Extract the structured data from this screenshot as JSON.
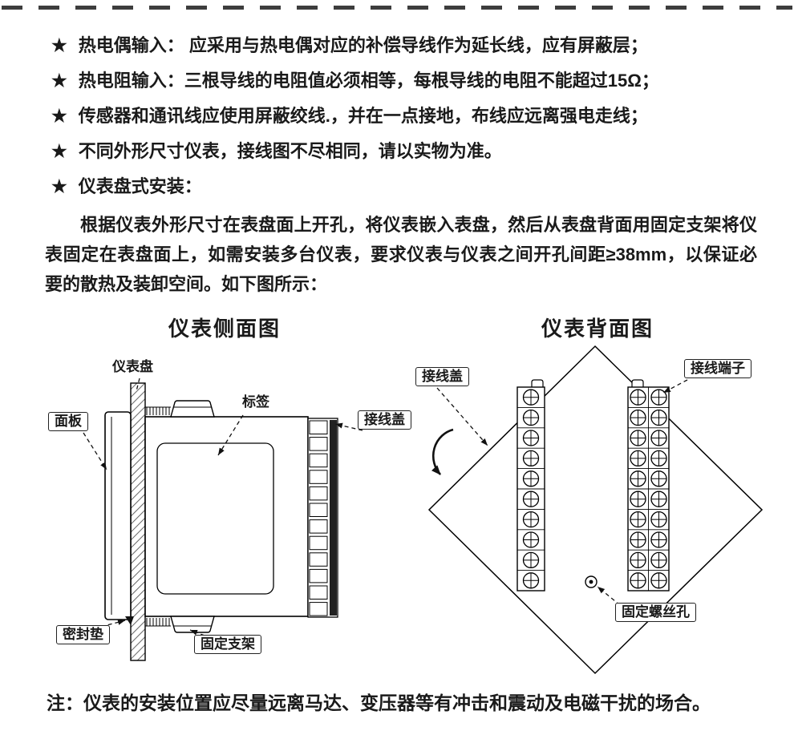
{
  "colors": {
    "ink": "#1a1a1a",
    "line": "#000000",
    "dark_bar": "#222222"
  },
  "bullets": [
    {
      "star": "★",
      "text": "热电偶输入： 应采用与热电偶对应的补偿导线作为延长线，应有屏蔽层；"
    },
    {
      "star": "★",
      "text": "热电阻输入：三根导线的电阻值必须相等，每根导线的电阻不能超过15Ω；"
    },
    {
      "star": "★",
      "text": "传感器和通讯线应使用屏蔽绞线.，并在一点接地，布线应远离强电走线；"
    },
    {
      "star": "★",
      "text": "不同外形尺寸仪表，接线图不尽相同，请以实物为准。"
    },
    {
      "star": "★",
      "text": "仪表盘式安装："
    }
  ],
  "paragraph": "根据仪表外形尺寸在表盘面上开孔，将仪表嵌入表盘，然后从表盘背面用固定支架将仪表固定在表盘面上，如需安装多台仪表，要求仪表与仪表之间开孔间距≥38mm，以保证必要的散热及装卸空间。如下图所示：",
  "figures": {
    "side": {
      "title": "仪表侧面图",
      "labels": {
        "panel": "仪表盘",
        "front_panel": "面板",
        "tag": "标签",
        "terminal_cover": "接线盖",
        "seal_gasket": "密封垫",
        "bracket": "固定支架"
      }
    },
    "back": {
      "title": "仪表背面图",
      "labels": {
        "terminal_cover": "接线盖",
        "terminal_block": "接线端子",
        "screw_hole": "固定螺丝孔"
      }
    }
  },
  "note": "注：仪表的安装位置应尽量远离马达、变压器等有冲击和震动及电磁干扰的场合。"
}
